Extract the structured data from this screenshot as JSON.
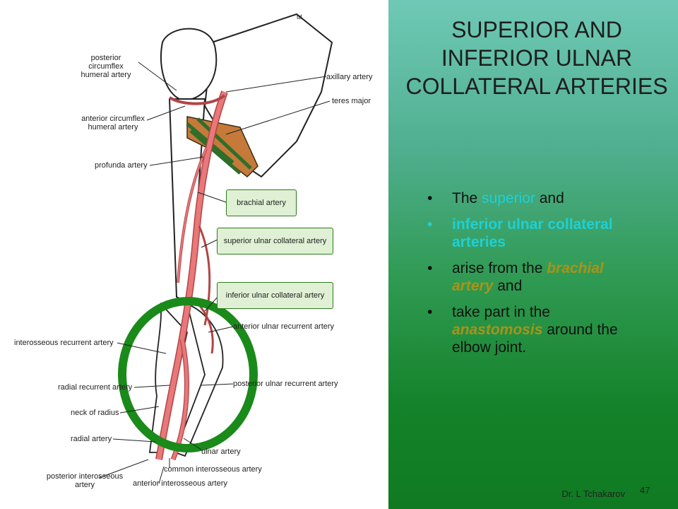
{
  "slide": {
    "title": "SUPERIOR AND INFERIOR ULNAR COLLATERAL ARTERIES",
    "bullet_glyph": "•",
    "bullets": [
      {
        "segments": [
          {
            "text": "The "
          },
          {
            "text": "superior",
            "style": "cyan"
          },
          {
            "text": " and"
          }
        ]
      },
      {
        "segments": [
          {
            "text": "inferior ulnar collateral arteries",
            "style": "cyan-bold"
          }
        ]
      },
      {
        "segments": [
          {
            "text": "arise from the "
          },
          {
            "text": "brachial artery",
            "style": "gold-bold-italic"
          },
          {
            "text": " and"
          }
        ]
      },
      {
        "segments": [
          {
            "text": "take part in the "
          },
          {
            "text": "anastomosis",
            "style": "gold-bold-italic"
          },
          {
            "text": " around the elbow joint."
          }
        ]
      }
    ],
    "author": "Dr. L Tchakarov",
    "page_number": "47",
    "colors": {
      "cyan": "#1ed0d6",
      "gold": "#a8931a",
      "artery": "#e8787a",
      "muscle": "#c57a3a",
      "highlight_ring": "#1a8a1a"
    }
  },
  "figure": {
    "corner_mark": "td",
    "labels": {
      "posterior_circumflex_humeral": "posterior circumflex humeral artery",
      "axillary": "axillary artery",
      "teres_major": "teres major",
      "anterior_circumflex_humeral": "anterior circumflex humeral artery",
      "profunda": "profunda artery",
      "brachial": "brachial artery",
      "superior_ulnar_collateral": "superior ulnar collateral artery",
      "inferior_ulnar_collateral": "inferior ulnar collateral artery",
      "anterior_ulnar_recurrent": "anterior ulnar recurrent artery",
      "interosseous_recurrent": "interosseous recurrent artery",
      "radial_recurrent": "radial recurrent artery",
      "posterior_ulnar_recurrent": "posterior ulnar recurrent artery",
      "neck_of_radius": "neck of radius",
      "radial": "radial artery",
      "ulnar": "ulnar artery",
      "common_interosseous": "common interosseous artery",
      "posterior_interosseous": "posterior interosseous artery",
      "anterior_interosseous": "anterior interosseous artery"
    }
  }
}
